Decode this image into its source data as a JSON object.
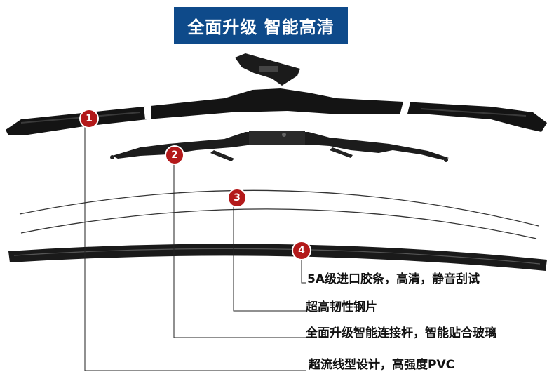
{
  "banner": {
    "title": "全面升级 智能高清"
  },
  "callouts": [
    {
      "number": "1",
      "text": "超流线型设计，高强度PVC"
    },
    {
      "number": "2",
      "text": "全面升级智能连接杆，智能贴合玻璃"
    },
    {
      "number": "3",
      "text": "超高韧性钢片"
    },
    {
      "number": "4",
      "text": "5A级进口胶条，高清，静音刮试"
    }
  ],
  "colors": {
    "banner_bg": "#0e4a8a",
    "badge": "#b3191a",
    "leader": "#222222"
  }
}
